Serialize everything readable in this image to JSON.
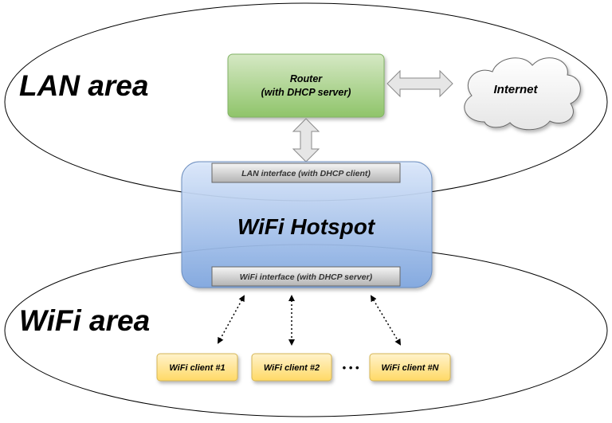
{
  "areas": {
    "lan": {
      "label": "LAN area"
    },
    "wifi": {
      "label": "WiFi area"
    }
  },
  "router": {
    "line1": "Router",
    "line2": "(with DHCP server)"
  },
  "internet": {
    "label": "Internet"
  },
  "hotspot": {
    "title": "WiFi Hotspot",
    "lan_interface": "LAN interface (with DHCP client)",
    "wifi_interface": "WiFi interface (with DHCP server)"
  },
  "clients": [
    {
      "label": "WiFi client #1"
    },
    {
      "label": "WiFi client #2"
    },
    {
      "label": "WiFi client #N"
    }
  ],
  "ellipsis": "• • •",
  "colors": {
    "router_fill_top": "#d5e8c4",
    "router_fill_bottom": "#8fc46a",
    "router_stroke": "#82b366",
    "hotspot_fill_top": "#dbe8fb",
    "hotspot_fill_bottom": "#7ea6e0",
    "hotspot_stroke": "#6c8ebf",
    "interface_fill_top": "#f5f5f5",
    "interface_fill_bottom": "#b3b3b3",
    "client_fill_top": "#fff2cc",
    "client_fill_bottom": "#ffd966",
    "client_stroke": "#d6b656",
    "arrow_fill": "#e6e6e6",
    "arrow_stroke": "#8a8a8a"
  }
}
